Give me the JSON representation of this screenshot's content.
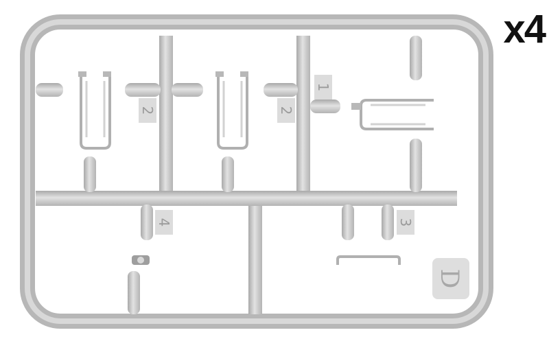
{
  "quantity_label": "x4",
  "sprue_letter": "D",
  "part_numbers": [
    "2",
    "2",
    "1",
    "4",
    "3"
  ],
  "colors": {
    "plastic": "#c9c9c9",
    "plastic_dark": "#a9a9a9",
    "plastic_light": "#e2e2e2",
    "background": "#ffffff",
    "text": "#111111"
  }
}
